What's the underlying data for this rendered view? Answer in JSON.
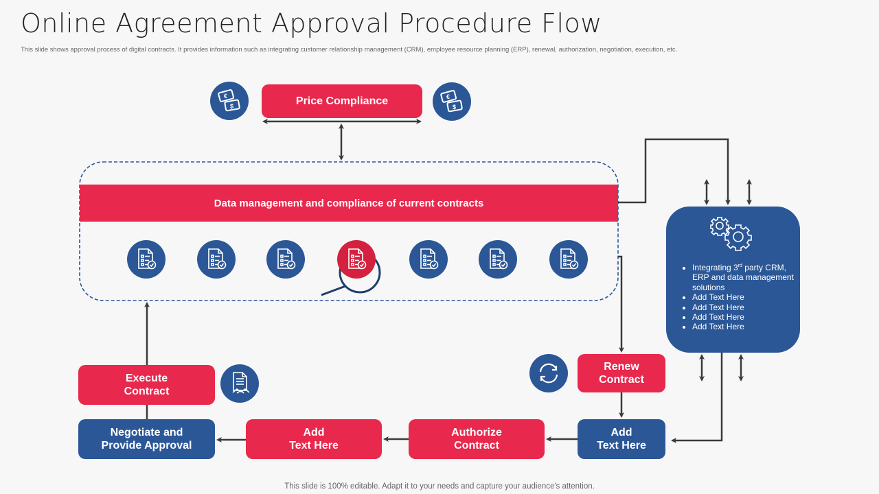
{
  "header": {
    "title": "Online Agreement Approval Procedure Flow",
    "subtitle": "This slide shows approval process of digital contracts. It provides information such as integrating customer relationship management  (CRM),  employee resource planning (ERP),  renewal, authorization, negotiation, execution, etc."
  },
  "top": {
    "price_compliance": "Price Compliance",
    "left_icon": "money-icon",
    "right_icon": "money-icon"
  },
  "data_group": {
    "banner": "Data management and compliance of current contracts",
    "doc_icon_count": 7,
    "highlighted_index": 3
  },
  "side_panel": {
    "icon": "gears-icon",
    "bullets": [
      {
        "pre": "Integrating 3",
        "sup": "rd",
        "post": " party CRM, ERP and data management solutions"
      },
      {
        "pre": "Add Text Here"
      },
      {
        "pre": "Add Text Here"
      },
      {
        "pre": "Add Text Here"
      },
      {
        "pre": "Add Text Here"
      }
    ]
  },
  "steps": {
    "renew": "Renew\nContract",
    "add_blue": "Add\nText Here",
    "authorize": "Authorize\nContract",
    "add_red": "Add\nText Here",
    "negotiate": "Negotiate and\nProvide Approval",
    "execute": "Execute\nContract"
  },
  "colors": {
    "red": "#e8284c",
    "blue": "#2b5797",
    "connector": "#3a3a3a"
  },
  "footer": "This slide is 100% editable. Adapt it to your needs and capture your audience's attention."
}
